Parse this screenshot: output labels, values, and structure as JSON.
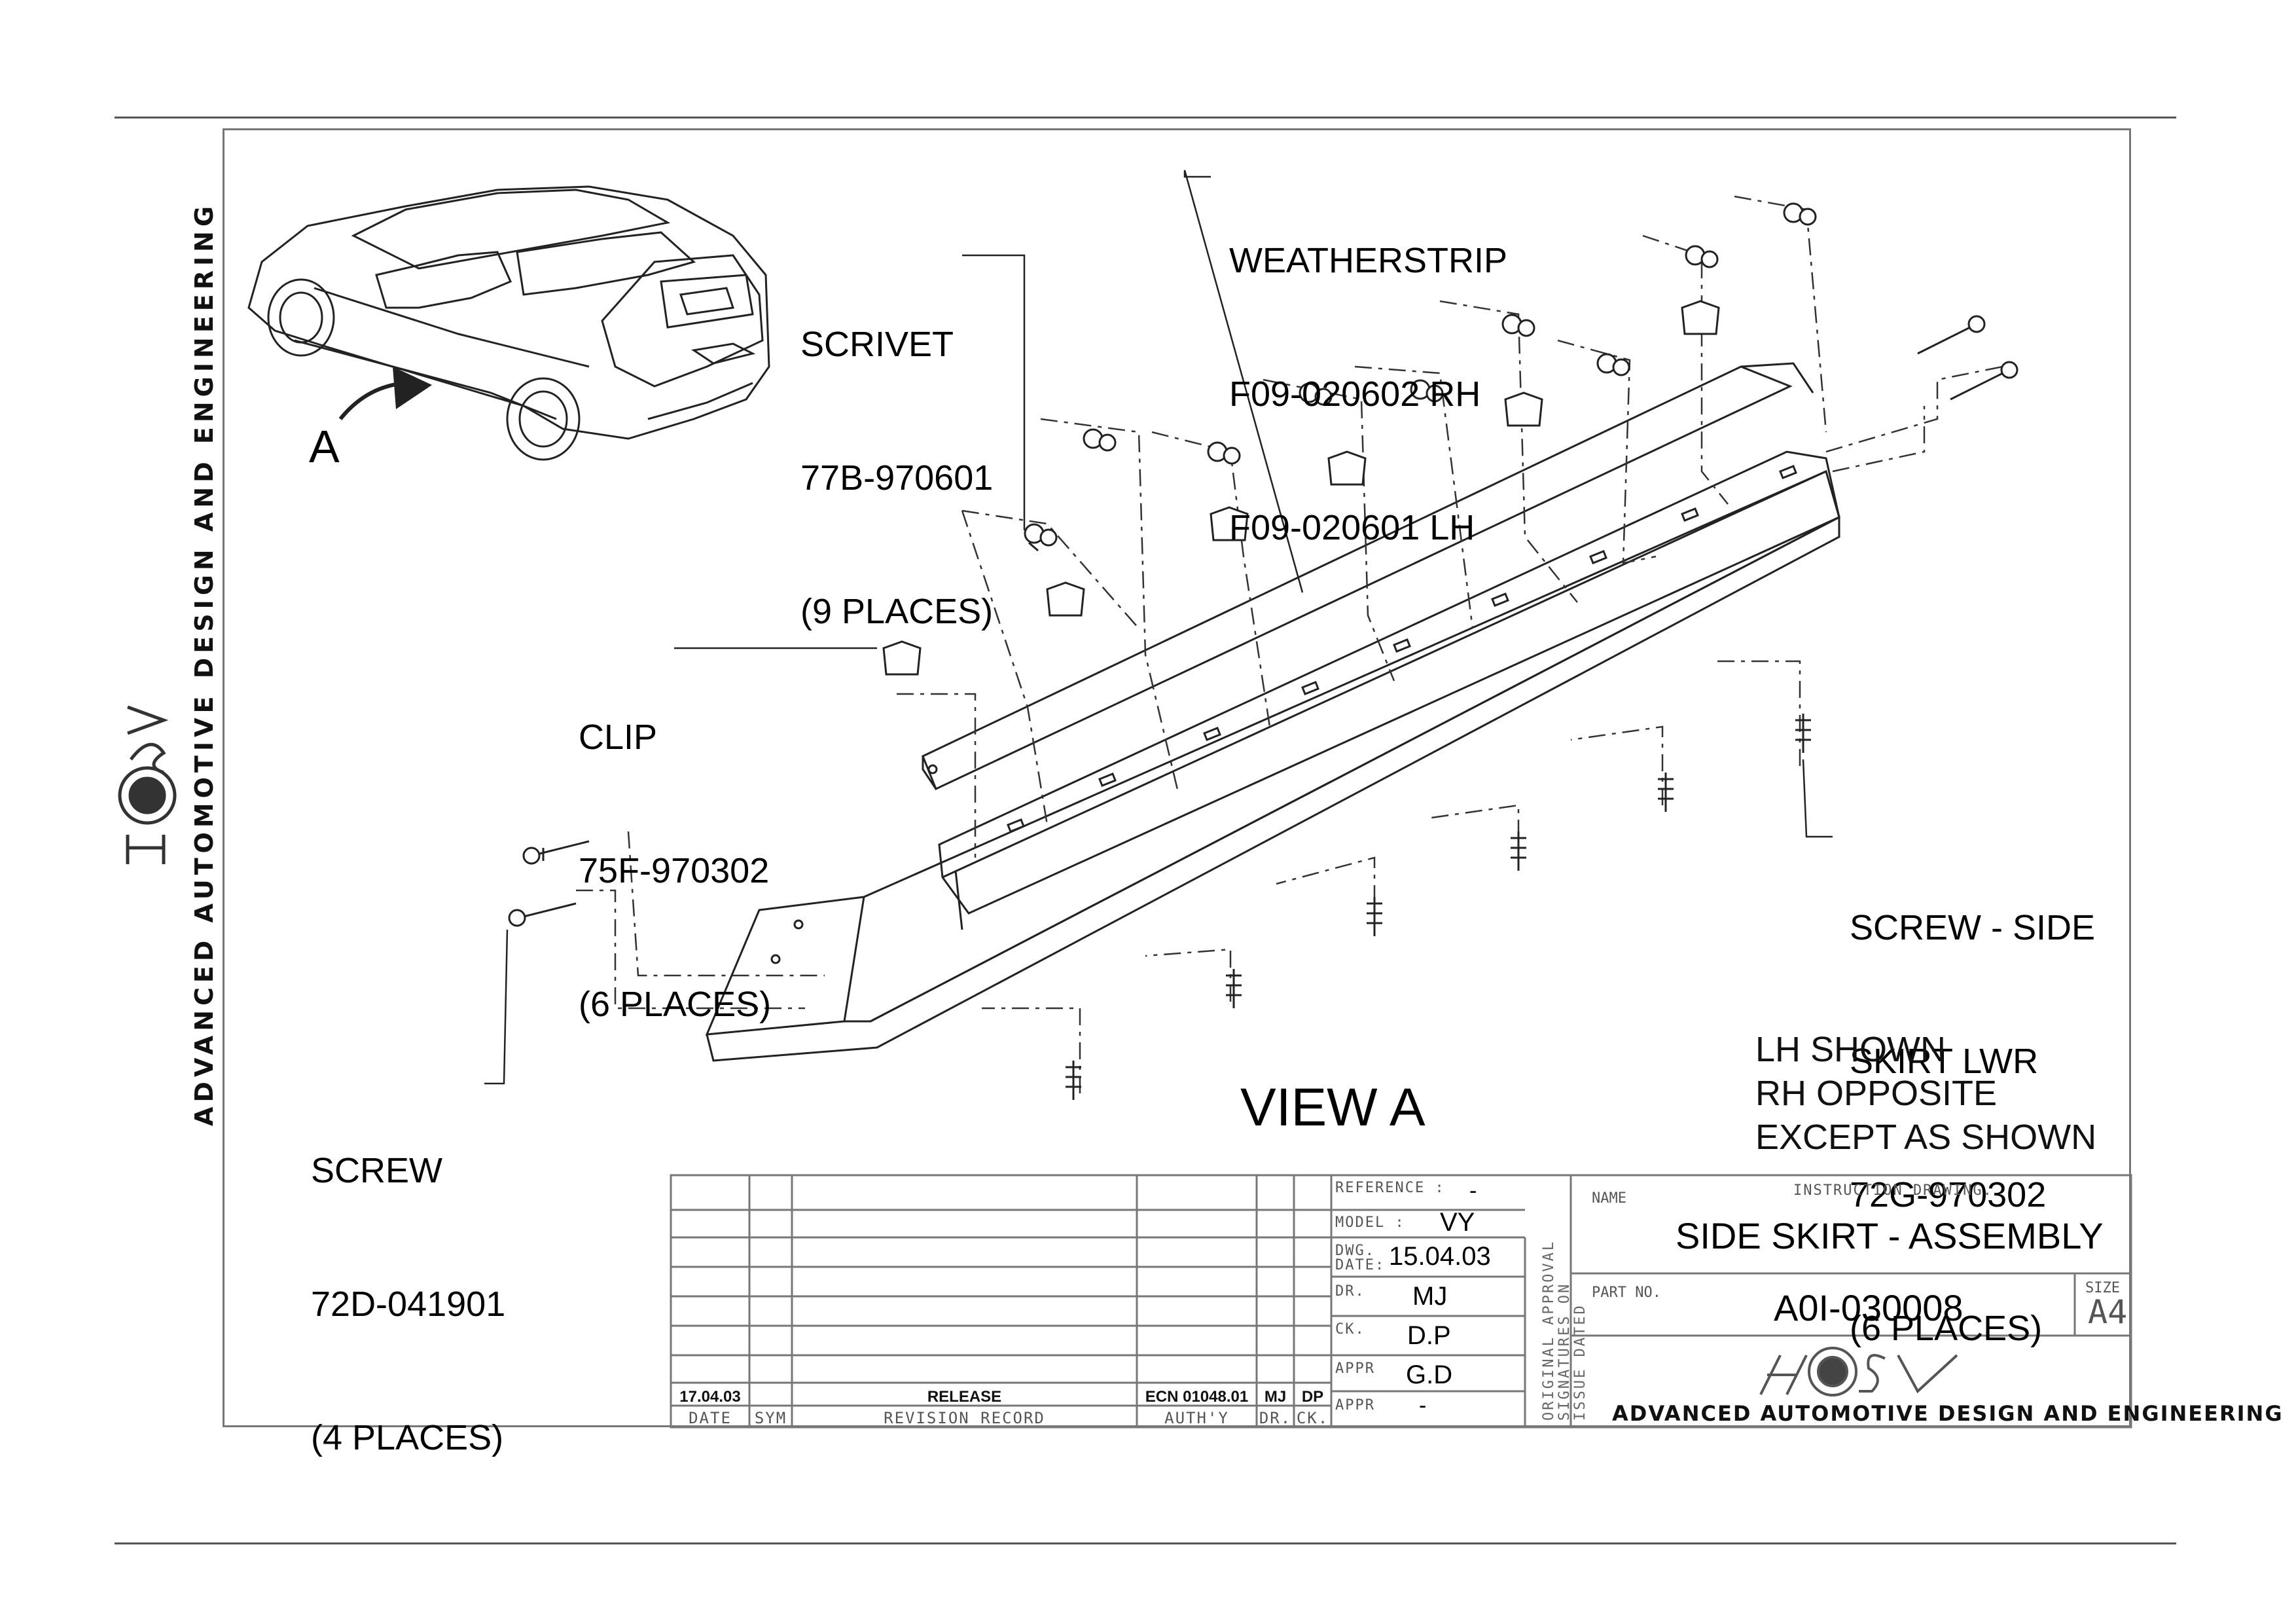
{
  "company": "ADVANCED AUTOMOTIVE DESIGN AND ENGINEERING",
  "logo_text": "HSV",
  "view_marker": "A",
  "view_title": "VIEW A",
  "callouts": {
    "scrivet": [
      "SCRIVET",
      "77B-970601",
      "(9 PLACES)"
    ],
    "weatherstrip": [
      "WEATHERSTRIP",
      "F09-020602 RH",
      "F09-020601 LH"
    ],
    "clip": [
      "CLIP",
      "75F-970302",
      "(6 PLACES)"
    ],
    "screw_side": [
      "SCREW - SIDE",
      "SKIRT LWR",
      "72G-970302",
      "(6 PLACES)"
    ],
    "screw": [
      "SCREW",
      "72D-041901",
      "(4 PLACES)"
    ]
  },
  "note": [
    "LH SHOWN",
    "RH OPPOSITE",
    "EXCEPT AS SHOWN"
  ],
  "revision": {
    "date": "17.04.03",
    "description": "RELEASE",
    "ecn": "ECN 01048.01",
    "dr": "MJ",
    "ck": "DP",
    "headers": [
      "DATE",
      "SYM",
      "REVISION RECORD",
      "AUTH'Y",
      "DR.",
      "CK."
    ]
  },
  "fields": {
    "reference_label": "REFERENCE :",
    "reference": "-",
    "model_label": "MODEL :",
    "model": "VY",
    "dwg_date_label_1": "DWG.",
    "dwg_date_label_2": "DATE:",
    "dwg_date": "15.04.03",
    "dr_label": "DR.",
    "dr": "MJ",
    "ck_label": "CK.",
    "ck": "D.P",
    "appr_label": "APPR",
    "appr": "G.D",
    "appr2_label": "APPR",
    "appr2": "-",
    "approval_note": "ORIGINAL APPROVAL\nSIGNATURES ON\nISSUE DATED"
  },
  "title_block": {
    "name_label": "NAME",
    "drawing_type": "INSTRUCTION DRAWING.",
    "title": "SIDE SKIRT - ASSEMBLY",
    "part_label": "PART NO.",
    "part_no": "A0I-030008",
    "size_label": "SIZE",
    "size": "A4"
  }
}
